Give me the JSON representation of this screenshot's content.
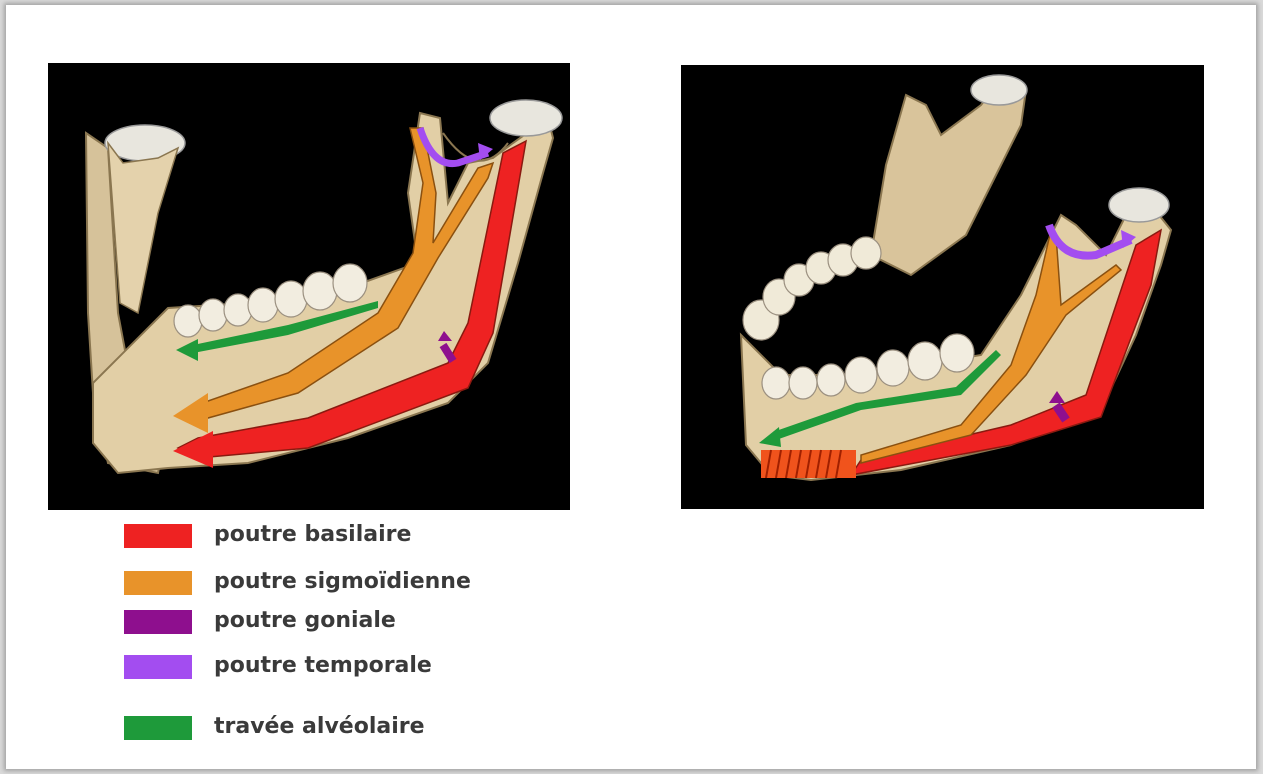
{
  "colors": {
    "basilaire": "#ee2222",
    "sigmoidienne": "#e8932a",
    "goniale": "#8e0f8e",
    "temporale": "#a34df0",
    "alveolaire": "#1e9a3a",
    "bone": "#e2cfa6",
    "background": "#000000"
  },
  "legend": [
    {
      "label": "poutre basilaire",
      "color": "#ee2222"
    },
    {
      "label": "poutre sigmoïdienne",
      "color": "#e8932a"
    },
    {
      "label": "poutre goniale",
      "color": "#8e0f8e"
    },
    {
      "label": "poutre temporale",
      "color": "#a34df0"
    },
    {
      "label": "travée alvéolaire",
      "color": "#1e9a3a"
    }
  ]
}
